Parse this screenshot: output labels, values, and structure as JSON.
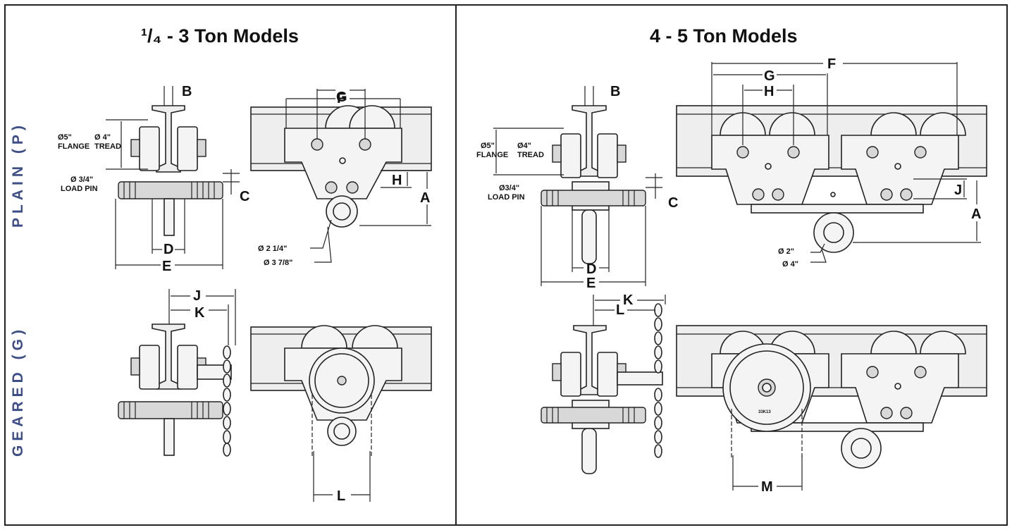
{
  "titles": {
    "left": "¹/₄ - 3 Ton Models",
    "right": "4 - 5 Ton Models"
  },
  "side_labels": {
    "plain": "PLAIN (P)",
    "geared": "GEARED (G)"
  },
  "left_plain": {
    "B": "B",
    "C": "C",
    "D": "D",
    "E": "E",
    "flange_1": "Ø5\"",
    "flange_2": "FLANGE",
    "tread_1": "Ø 4\"",
    "tread_2": "TREAD",
    "pin_1": "Ø 3/4\"",
    "pin_2": "LOAD PIN"
  },
  "left_plain_side": {
    "F": "F",
    "G": "G",
    "H": "H",
    "A": "A",
    "eye_small": "Ø 2 1/4\"",
    "eye_large": "Ø 3 7/8\""
  },
  "left_geared": {
    "J": "J",
    "K": "K",
    "L": "L"
  },
  "right_plain": {
    "B": "B",
    "C": "C",
    "D": "D",
    "E": "E",
    "flange_1": "Ø5\"",
    "flange_2": "FLANGE",
    "tread_1": "Ø4\"",
    "tread_2": "TREAD",
    "pin_1": "Ø3/4\"",
    "pin_2": "LOAD PIN"
  },
  "right_plain_side": {
    "F": "F",
    "G": "G",
    "H": "H",
    "J": "J",
    "A": "A",
    "eye_small": "Ø 2\"",
    "eye_large": "Ø 4\""
  },
  "right_geared": {
    "K": "K",
    "L": "L",
    "M": "M",
    "wheel_mark": "33K13"
  },
  "colors": {
    "side_label": "#3d4f86",
    "line": "#222222"
  }
}
